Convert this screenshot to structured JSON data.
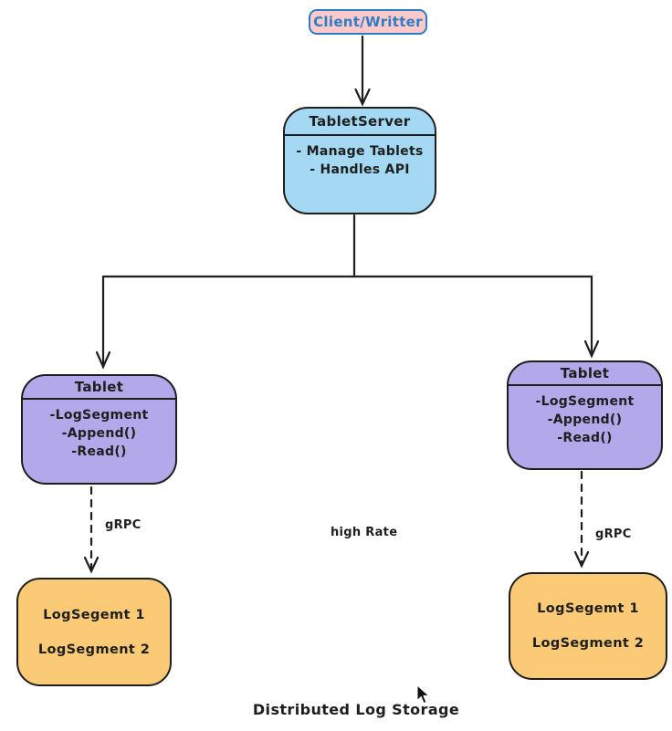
{
  "diagram": {
    "caption": "Distributed Log Storage",
    "nodes": {
      "client": {
        "label": "Client/Writter"
      },
      "tablet_server": {
        "title": "TabletServer",
        "lines": [
          "- Manage Tablets",
          "- Handles API"
        ]
      },
      "tablet_left": {
        "title": "Tablet",
        "lines": [
          "-LogSegment",
          "-Append()",
          "-Read()"
        ]
      },
      "tablet_right": {
        "title": "Tablet",
        "lines": [
          "-LogSegment",
          "-Append()",
          "-Read()"
        ]
      },
      "log_store_left": {
        "lines": [
          "LogSegemt 1",
          "LogSegment 2"
        ]
      },
      "log_store_right": {
        "lines": [
          "LogSegemt 1",
          "LogSegment 2"
        ]
      }
    },
    "edge_labels": {
      "grpc_left": "gRPC",
      "grpc_right": "gRPC",
      "high_rate": "high Rate"
    },
    "colors": {
      "stroke": "#1e1e1e",
      "client_fill": "#fec9cb",
      "client_stroke": "#2e7cc3",
      "server_fill": "#a5d8f3",
      "tablet_fill": "#b3a8ea",
      "log_fill": "#fbca76"
    }
  }
}
